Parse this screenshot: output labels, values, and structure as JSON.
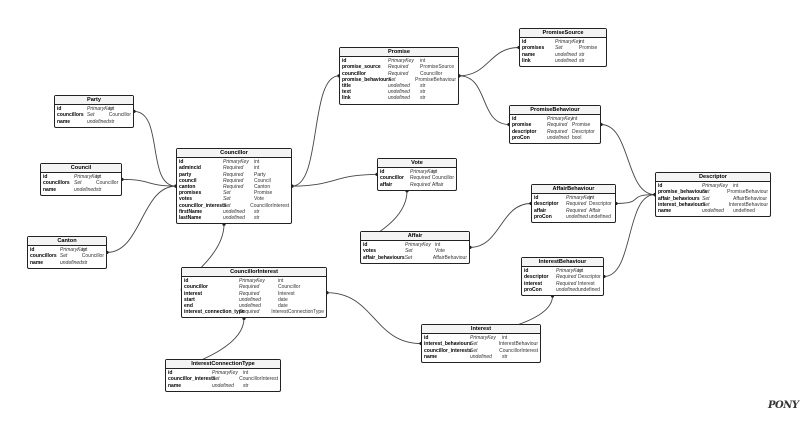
{
  "entities": [
    {
      "id": "promisesource",
      "name": "PromiseSource",
      "attrs": [
        [
          "id",
          "PrimaryKey",
          "int"
        ],
        [
          "promises",
          "Set",
          "Promise"
        ],
        [
          "name",
          "undefined",
          "str"
        ],
        [
          "link",
          "undefined",
          "str"
        ]
      ]
    },
    {
      "id": "promise",
      "name": "Promise",
      "attrs": [
        [
          "id",
          "PrimaryKey",
          "int"
        ],
        [
          "promise_source",
          "Required",
          "PromiseSource"
        ],
        [
          "councillor",
          "Required",
          "Councillor"
        ],
        [
          "promise_behaviours",
          "Set",
          "PromiseBehaviour"
        ],
        [
          "title",
          "undefined",
          "str"
        ],
        [
          "text",
          "undefined",
          "str"
        ],
        [
          "link",
          "undefined",
          "str"
        ]
      ]
    },
    {
      "id": "promisebehaviour",
      "name": "PromiseBehaviour",
      "attrs": [
        [
          "id",
          "PrimaryKey",
          "int"
        ],
        [
          "promise",
          "Required",
          "Promise"
        ],
        [
          "descriptor",
          "Required",
          "Descriptor"
        ],
        [
          "proCon",
          "undefined",
          "bool"
        ]
      ]
    },
    {
      "id": "party",
      "name": "Party",
      "attrs": [
        [
          "id",
          "PrimaryKey",
          "int"
        ],
        [
          "councillors",
          "Set",
          "Councillor"
        ],
        [
          "name",
          "undefined",
          "str"
        ]
      ]
    },
    {
      "id": "council",
      "name": "Council",
      "attrs": [
        [
          "id",
          "PrimaryKey",
          "int"
        ],
        [
          "councillors",
          "Set",
          "Councillor"
        ],
        [
          "name",
          "undefined",
          "str"
        ]
      ]
    },
    {
      "id": "canton",
      "name": "Canton",
      "attrs": [
        [
          "id",
          "PrimaryKey",
          "int"
        ],
        [
          "councillors",
          "Set",
          "Councillor"
        ],
        [
          "name",
          "undefined",
          "str"
        ]
      ]
    },
    {
      "id": "councillor",
      "name": "Councillor",
      "attrs": [
        [
          "id",
          "PrimaryKey",
          "int"
        ],
        [
          "admincid",
          "Required",
          "int"
        ],
        [
          "party",
          "Required",
          "Party"
        ],
        [
          "council",
          "Required",
          "Council"
        ],
        [
          "canton",
          "Required",
          "Canton"
        ],
        [
          "promises",
          "Set",
          "Promise"
        ],
        [
          "votes",
          "Set",
          "Vote"
        ],
        [
          "councillor_interests",
          "Set",
          "CouncillorInterest"
        ],
        [
          "firstName",
          "undefined",
          "str"
        ],
        [
          "lastName",
          "undefined",
          "str"
        ]
      ]
    },
    {
      "id": "vote",
      "name": "Vote",
      "attrs": [
        [
          "id",
          "PrimaryKey",
          "int"
        ],
        [
          "councillor",
          "Required",
          "Councillor"
        ],
        [
          "affair",
          "Required",
          "Affair"
        ]
      ]
    },
    {
      "id": "affair",
      "name": "Affair",
      "attrs": [
        [
          "id",
          "PrimaryKey",
          "int"
        ],
        [
          "votes",
          "Set",
          "Vote"
        ],
        [
          "affair_behaviours",
          "Set",
          "AffairBehaviour"
        ]
      ]
    },
    {
      "id": "affairbehaviour",
      "name": "AffairBehaviour",
      "attrs": [
        [
          "id",
          "PrimaryKey",
          "int"
        ],
        [
          "descriptor",
          "Required",
          "Descriptor"
        ],
        [
          "affair",
          "Required",
          "Affair"
        ],
        [
          "proCon",
          "undefined",
          "undefined"
        ]
      ]
    },
    {
      "id": "descriptor",
      "name": "Descriptor",
      "attrs": [
        [
          "id",
          "PrimaryKey",
          "int"
        ],
        [
          "promise_behaviours",
          "Set",
          "PromiseBehaviour"
        ],
        [
          "affair_behaviours",
          "Set",
          "AffairBehaviour"
        ],
        [
          "interest_behaviours",
          "Set",
          "InterestBehaviour"
        ],
        [
          "name",
          "undefined",
          "undefined"
        ]
      ]
    },
    {
      "id": "interestbehaviour",
      "name": "InterestBehaviour",
      "attrs": [
        [
          "id",
          "PrimaryKey",
          "int"
        ],
        [
          "descriptor",
          "Required",
          "Descriptor"
        ],
        [
          "interest",
          "Required",
          "Interest"
        ],
        [
          "proCon",
          "undefined",
          "undefined"
        ]
      ]
    },
    {
      "id": "councillorinterest",
      "name": "CouncillorInterest",
      "attrs": [
        [
          "id",
          "PrimaryKey",
          "int"
        ],
        [
          "councillor",
          "Required",
          "Councillor"
        ],
        [
          "interest",
          "Required",
          "Interest"
        ],
        [
          "start",
          "undefined",
          "date"
        ],
        [
          "end",
          "undefined",
          "date"
        ],
        [
          "interest_connection_type",
          "Required",
          "InterestConnectionType"
        ]
      ]
    },
    {
      "id": "interest",
      "name": "Interest",
      "attrs": [
        [
          "id",
          "PrimaryKey",
          "int"
        ],
        [
          "interest_behaviours",
          "Set",
          "InterestBehaviour"
        ],
        [
          "councillor_interests",
          "Set",
          "CouncillorInterest"
        ],
        [
          "name",
          "undefined",
          "str"
        ]
      ]
    },
    {
      "id": "interestconnectiontype",
      "name": "InterestConnectionType",
      "attrs": [
        [
          "id",
          "PrimaryKey",
          "int"
        ],
        [
          "councillor_interests",
          "Set",
          "CouncillorInterest"
        ],
        [
          "name",
          "undefined",
          "str"
        ]
      ]
    }
  ],
  "links": [
    [
      "party",
      "councillor"
    ],
    [
      "council",
      "councillor"
    ],
    [
      "canton",
      "councillor"
    ],
    [
      "councillor",
      "promise"
    ],
    [
      "councillor",
      "vote"
    ],
    [
      "councillor",
      "councillorinterest"
    ],
    [
      "promise",
      "promisesource"
    ],
    [
      "promise",
      "promisebehaviour"
    ],
    [
      "promisebehaviour",
      "descriptor"
    ],
    [
      "vote",
      "affair"
    ],
    [
      "affair",
      "affairbehaviour"
    ],
    [
      "affairbehaviour",
      "descriptor"
    ],
    [
      "interestbehaviour",
      "descriptor"
    ],
    [
      "interestbehaviour",
      "interest"
    ],
    [
      "councillorinterest",
      "interest"
    ],
    [
      "councillorinterest",
      "interestconnectiontype"
    ]
  ],
  "logo": "PONY"
}
